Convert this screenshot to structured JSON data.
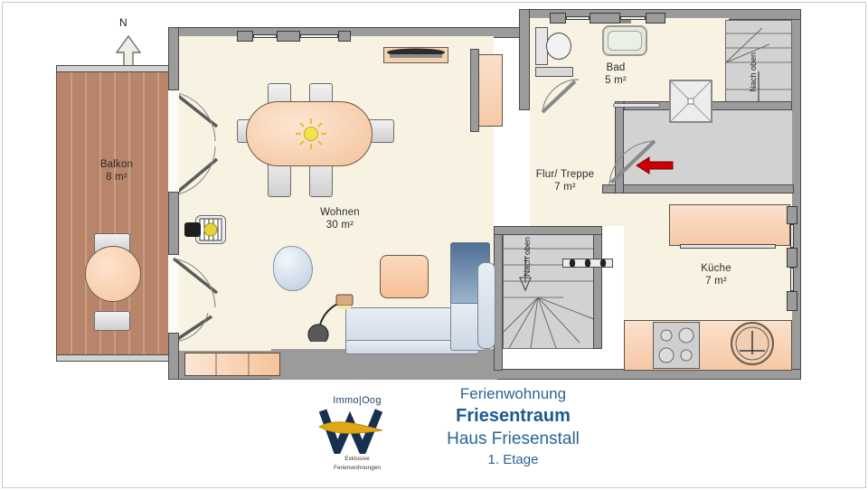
{
  "document": {
    "type": "floor-plan",
    "orientation_label": "N"
  },
  "rooms": [
    {
      "key": "balkon",
      "name": "Balkon",
      "area": "8 m²"
    },
    {
      "key": "wohnen",
      "name": "Wohnen",
      "area": "30 m²"
    },
    {
      "key": "bad",
      "name": "Bad",
      "area": "5 m²"
    },
    {
      "key": "flur",
      "name": "Flur/ Treppe",
      "area": "7 m²"
    },
    {
      "key": "kueche",
      "name": "Küche",
      "area": "7 m²"
    }
  ],
  "stairs": [
    {
      "key": "stair-left",
      "label": "Nach oben"
    },
    {
      "key": "stair-right",
      "label": "Nach oben"
    }
  ],
  "titleblock": {
    "line1": "Ferienwohnung",
    "line2": "Friesentraum",
    "line3": "Haus Friesenstall",
    "line4": "1. Etage"
  },
  "logo": {
    "wordmark": "Immo|Oog",
    "tagline_line1": "Exklusive",
    "tagline_line2": "Ferienwohnungen"
  },
  "colors": {
    "wall": "#9b9b9b",
    "room_fill": "#f7f2e2",
    "balcony_deck": "#b9856a",
    "stair_fill": "#d2d2d2",
    "furniture_peach": "#f6c9a6",
    "sofa_blue": "#cdd8e4",
    "title_blue": "#2a6496",
    "entrance_arrow": "#cc0000",
    "accent_yellow": "#f5e14a"
  }
}
